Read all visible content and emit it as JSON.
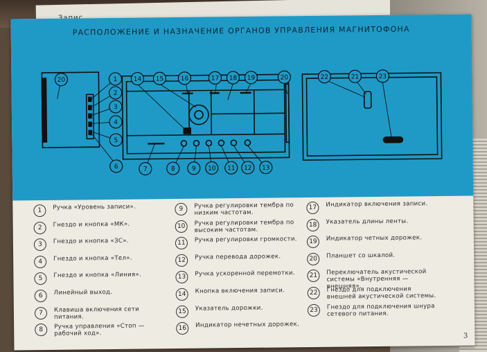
{
  "document": {
    "title": "РАСПОЛОЖЕНИЕ И НАЗНАЧЕНИЕ ОРГАНОВ УПРАВЛЕНИЯ МАГНИТОФОНА",
    "page_number": "3",
    "background_sheet_text": "Запис"
  },
  "diagram": {
    "callouts": [
      "20",
      "1",
      "2",
      "3",
      "4",
      "5",
      "6",
      "14",
      "15",
      "16",
      "17",
      "18",
      "19",
      "20",
      "7",
      "8",
      "9",
      "10",
      "11",
      "12",
      "13",
      "22",
      "21",
      "23"
    ]
  },
  "legend": {
    "columns": [
      [
        {
          "num": "1",
          "text": "Ручка «Уровень записи»."
        },
        {
          "num": "2",
          "text": "Гнездо и кнопка «МК»."
        },
        {
          "num": "3",
          "text": "Гнездо и кнопка «ЗС»."
        },
        {
          "num": "4",
          "text": "Гнездо и кнопка «Тел»."
        },
        {
          "num": "5",
          "text": "Гнездо и кнопка «Линия»."
        },
        {
          "num": "6",
          "text": "Линейный выход."
        },
        {
          "num": "7",
          "text": "Клавиша включения сети питания."
        },
        {
          "num": "8",
          "text": "Ручка управления «Стоп — рабочий ход»."
        }
      ],
      [
        {
          "num": "9",
          "text": "Ручка регулировки тембра по низким частотам."
        },
        {
          "num": "10",
          "text": "Ручка регулировки тембра по высоким частотам."
        },
        {
          "num": "11",
          "text": "Ручка регулировки громкости."
        },
        {
          "num": "12",
          "text": "Ручка перевода дорожек."
        },
        {
          "num": "13",
          "text": "Ручка ускоренной перемотки."
        },
        {
          "num": "14",
          "text": "Кнопка включения записи."
        },
        {
          "num": "15",
          "text": "Указатель дорожки."
        },
        {
          "num": "16",
          "text": "Индикатор нечетных дорожек."
        }
      ],
      [
        {
          "num": "17",
          "text": "Индикатор включения записи."
        },
        {
          "num": "18",
          "text": "Указатель длины ленты."
        },
        {
          "num": "19",
          "text": "Индикатор четных дорожек."
        },
        {
          "num": "20",
          "text": "Планшет со шкалой."
        },
        {
          "num": "21",
          "text": "Переключатель акустической системы «Внутренняя — внешняя»."
        },
        {
          "num": "22",
          "text": "Гнездо для подключения внешней акустической системы."
        },
        {
          "num": "23",
          "text": "Гнездо для подключения шнура сетевого питания."
        }
      ]
    ]
  }
}
